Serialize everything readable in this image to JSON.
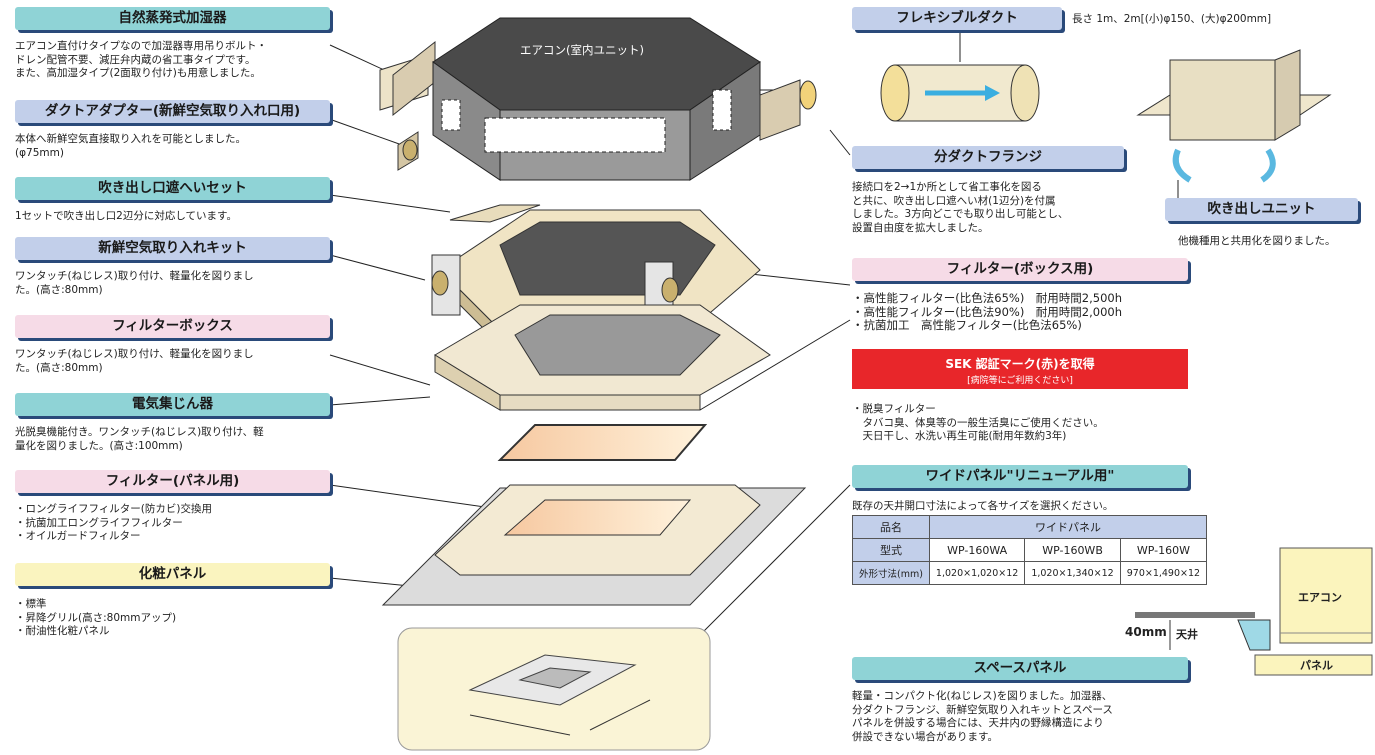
{
  "left": {
    "humidifier": {
      "title": "自然蒸発式加湿器",
      "desc": "エアコン直付けタイプなので加湿器専用吊りボルト・\nドレン配管不要、減圧弁内蔵の省工事タイプです。\nまた、高加湿タイプ(2面取り付け)も用意しました。"
    },
    "duct_adapter": {
      "title": "ダクトアダプター(新鮮空気取り入れ口用)",
      "desc": "本体へ新鮮空気直接取り入れを可能としました。\n(φ75mm)"
    },
    "outlet_shield": {
      "title": "吹き出し口遮へいセット",
      "desc": "1セットで吹き出し口2辺分に対応しています。"
    },
    "fresh_air_kit": {
      "title": "新鮮空気取り入れキット",
      "desc": "ワンタッチ(ねじレス)取り付け、軽量化を図りまし\nた。(高さ:80mm)"
    },
    "filter_box": {
      "title": "フィルターボックス",
      "desc": "ワンタッチ(ねじレス)取り付け、軽量化を図りまし\nた。(高さ:80mm)"
    },
    "electrostatic": {
      "title": "電気集じん器",
      "desc": "光脱臭機能付き。ワンタッチ(ねじレス)取り付け、軽\n量化を図りました。(高さ:100mm)"
    },
    "panel_filter": {
      "title": "フィルター(パネル用)",
      "desc": "・ロングライフフィルター(防カビ)交換用\n・抗菌加工ロングライフフィルター\n・オイルガードフィルター"
    },
    "decor_panel": {
      "title": "化粧パネル",
      "desc": "・標準\n・昇降グリル(高さ:80mmアップ)\n・耐油性化粧パネル"
    }
  },
  "center": {
    "unit_label": "エアコン(室内ユニット)"
  },
  "right": {
    "flex_duct": {
      "title": "フレキシブルダクト",
      "note": "長さ 1m、2m[(小)φ150、(大)φ200mm]"
    },
    "branch_flange": {
      "title": "分ダクトフランジ",
      "desc": "接続口を2→1か所として省工事化を図る\nと共に、吹き出し口遮へい材(1辺分)を付属\nしました。3方向どこでも取り出し可能とし、\n設置自由度を拡大しました。"
    },
    "outlet_unit": {
      "title": "吹き出しユニット",
      "desc": "他機種用と共用化を図りました。"
    },
    "box_filter": {
      "title": "フィルター(ボックス用)",
      "desc": "・高性能フィルター(比色法65%)　耐用時間2,500h\n・高性能フィルター(比色法90%)　耐用時間2,000h\n・抗菌加工　高性能フィルター(比色法65%)"
    },
    "sek": {
      "title": "SEK 認証マーク(赤)を取得",
      "sub": "[病院等にご利用ください]"
    },
    "deodor": {
      "desc": "・脱臭フィルター\n　タバコ臭、体臭等の一般生活臭にご使用ください。\n　天日干し、水洗い再生可能(耐用年数約3年)"
    },
    "wide_panel": {
      "title": "ワイドパネル\"リニューアル用\"",
      "desc": "既存の天井開口寸法によって各サイズを選択ください。",
      "table": {
        "row1": {
          "label": "品名",
          "value": "ワイドパネル"
        },
        "row2": {
          "label": "型式",
          "values": [
            "WP-160WA",
            "WP-160WB",
            "WP-160W"
          ]
        },
        "row3": {
          "label": "外形寸法(mm)",
          "values": [
            "1,020×1,020×12",
            "1,020×1,340×12",
            "970×1,490×12"
          ]
        }
      }
    },
    "space_diagram": {
      "aircon": "エアコン",
      "panel": "パネル",
      "dim": "40mm",
      "ceiling": "天井"
    },
    "space_panel": {
      "title": "スペースパネル",
      "desc": "軽量・コンパクト化(ねじレス)を図りました。加湿器、\n分ダクトフランジ、新鮮空気取り入れキットとスペース\nパネルを併設する場合には、天井内の野縁構造により\n併設できない場合があります。"
    }
  }
}
